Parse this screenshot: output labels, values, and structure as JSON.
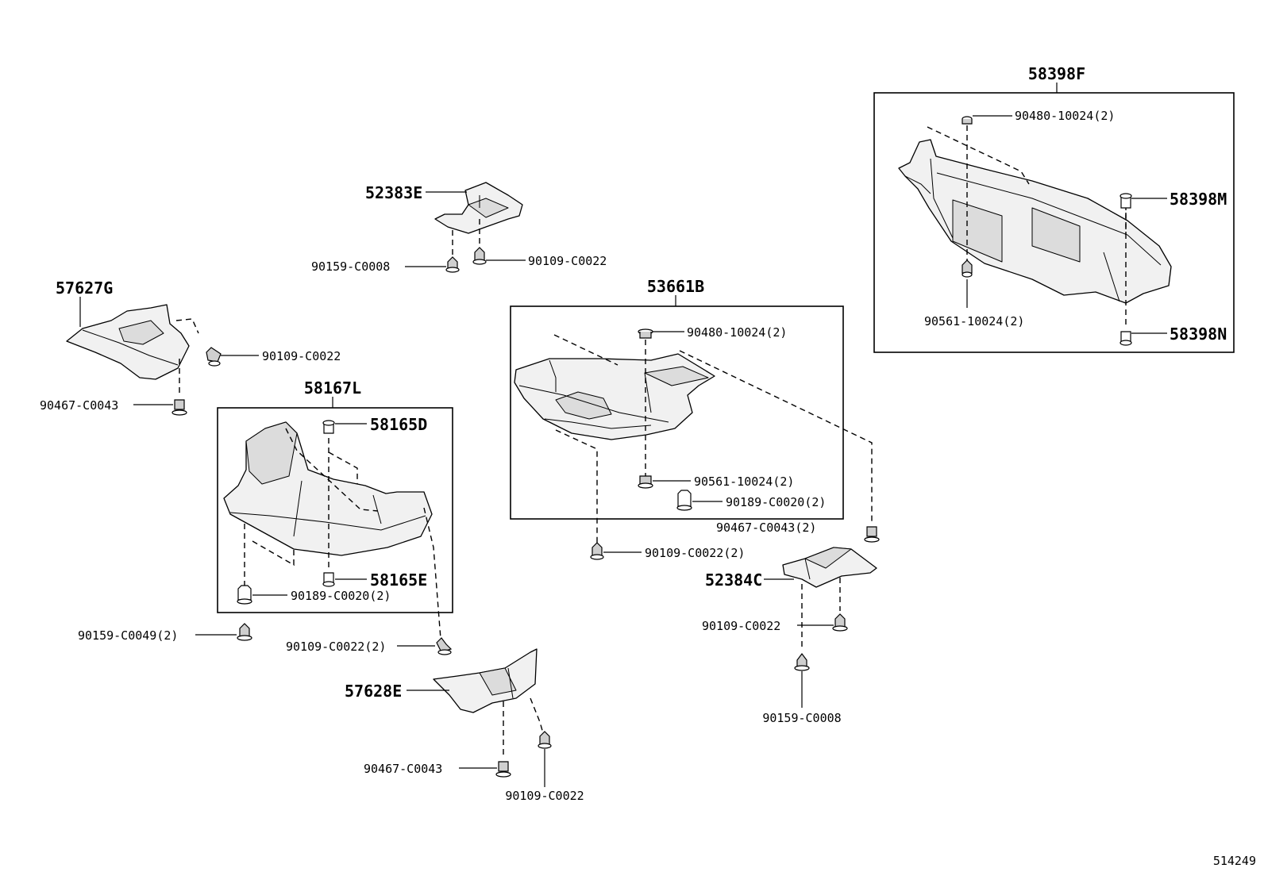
{
  "diagram_id": "514249",
  "parts": {
    "p58398F": "58398F",
    "p90480_a": "90480-10024(2)",
    "p58398M": "58398M",
    "p90561_a": "90561-10024(2)",
    "p58398N": "58398N",
    "p52383E": "52383E",
    "p90159_C0008_a": "90159-C0008",
    "p90109_C0022_a": "90109-C0022",
    "p57627G": "57627G",
    "p90109_C0022_b": "90109-C0022",
    "p90467_C0043_a": "90467-C0043",
    "p53661B": "53661B",
    "p90480_b": "90480-10024(2)",
    "p90561_b": "90561-10024(2)",
    "p90189_C0020_a": "90189-C0020(2)",
    "p90467_C0043_b": "90467-C0043(2)",
    "p90109_C0022_c": "90109-C0022(2)",
    "p58167L": "58167L",
    "p58165D": "58165D",
    "p58165E": "58165E",
    "p90189_C0020_b": "90189-C0020(2)",
    "p90159_C0049": "90159-C0049(2)",
    "p90109_C0022_d": "90109-C0022(2)",
    "p52384C": "52384C",
    "p90109_C0022_e": "90109-C0022",
    "p90159_C0008_b": "90159-C0008",
    "p57628E": "57628E",
    "p90467_C0043_c": "90467-C0043",
    "p90109_C0022_f": "90109-C0022"
  }
}
